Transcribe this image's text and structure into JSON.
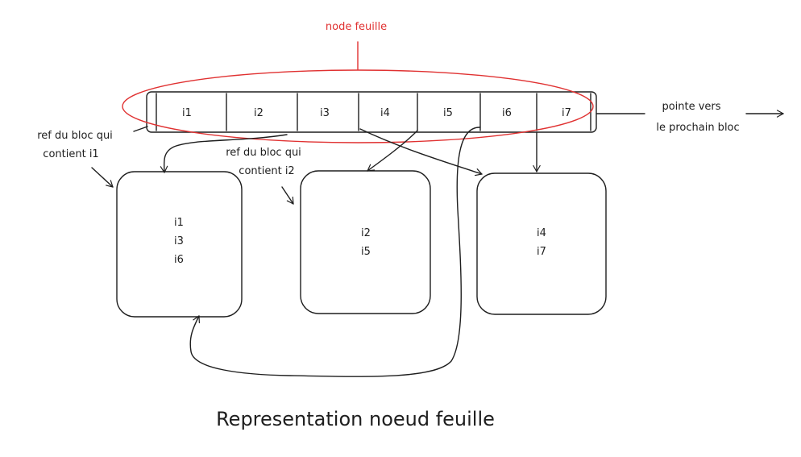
{
  "leaf_node": {
    "label": "node feuille",
    "cells": [
      "i1",
      "i2",
      "i3",
      "i4",
      "i5",
      "i6",
      "i7"
    ]
  },
  "next_pointer": {
    "line1": "pointe vers",
    "line2": "le prochain bloc"
  },
  "annotations": {
    "ref1_line1": "ref du bloc qui",
    "ref1_line2": "contient i1",
    "ref2_line1": "ref du bloc qui",
    "ref2_line2": "contient i2"
  },
  "blocks": [
    {
      "items": [
        "i1",
        "i3",
        "i6"
      ]
    },
    {
      "items": [
        "i2",
        "i5"
      ]
    },
    {
      "items": [
        "i4",
        "i7"
      ]
    }
  ],
  "caption": "Representation noeud feuille",
  "colors": {
    "ink": "#1e1e1e",
    "highlight": "#e03131"
  }
}
